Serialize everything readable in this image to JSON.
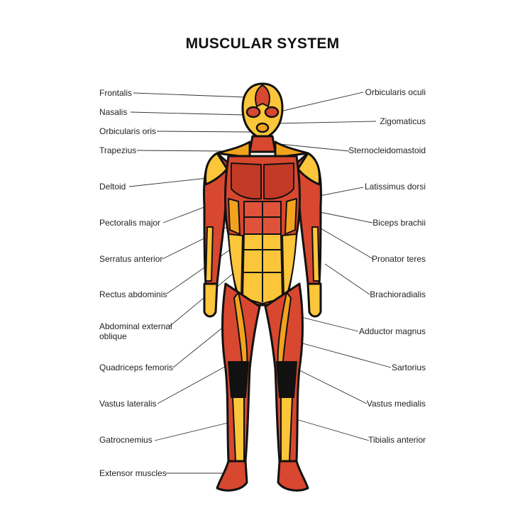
{
  "title": "MUSCULAR SYSTEM",
  "labels_left": [
    "Frontalis",
    "Nasalis",
    "Orbicularis oris",
    "Trapezius",
    "Deltoid",
    "Pectoralis major",
    "Serratus anterior",
    "Rectus abdominis",
    "Abdominal external oblique",
    "Quadriceps femoris",
    "Vastus lateralis",
    "Gatrocnemius",
    "Extensor muscles"
  ],
  "labels_right": [
    "Orbicularis oculi",
    "Zigomaticus",
    "Sternocleidomastoid",
    "Latissimus dorsi",
    "Biceps brachii",
    "Pronator teres",
    "Brachioradialis",
    "Adductor magnus",
    "Sartorius",
    "Vastus medialis",
    "Tibialis anterior"
  ],
  "colors": {
    "muscle_red": "#d8472f",
    "muscle_dark_red": "#c23a25",
    "muscle_orange": "#f2a31e",
    "muscle_yellow": "#fcc63a",
    "outline": "#111111",
    "leader_line": "#333333"
  }
}
